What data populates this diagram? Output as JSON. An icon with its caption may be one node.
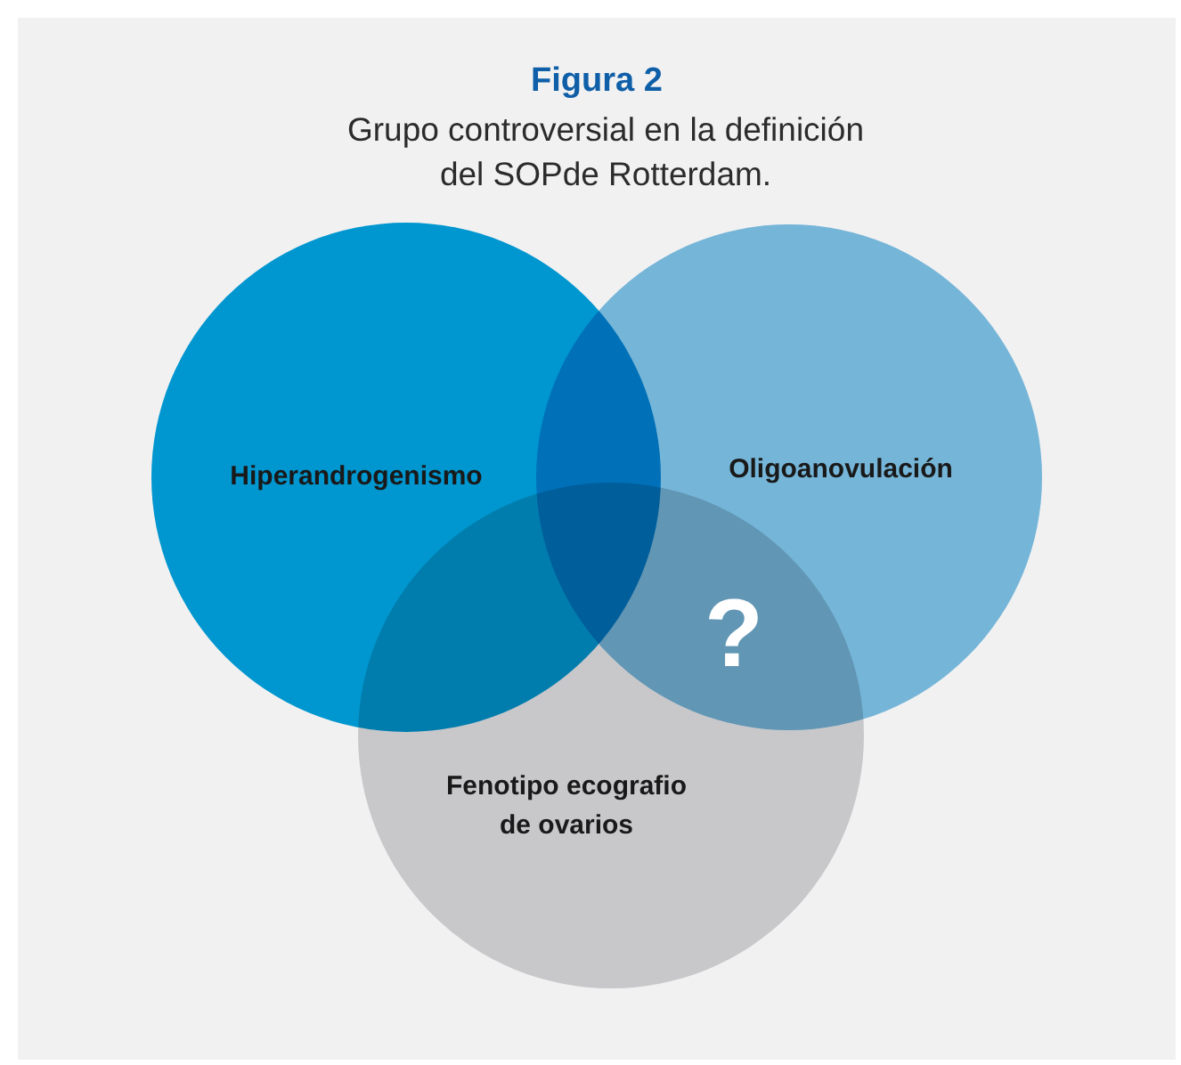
{
  "diagram": {
    "title": "Figura 2",
    "caption": "Grupo controversial en la definición del SOPde Rotterdam.",
    "nodes": [
      {
        "text": [
          "Hiperandrogenismo"
        ]
      },
      {
        "text": [
          "Oligoanovulación"
        ]
      },
      {
        "text": [
          "Fenotipo ecografio de ovarios"
        ]
      }
    ],
    "labels": [
      "?"
    ]
  }
}
